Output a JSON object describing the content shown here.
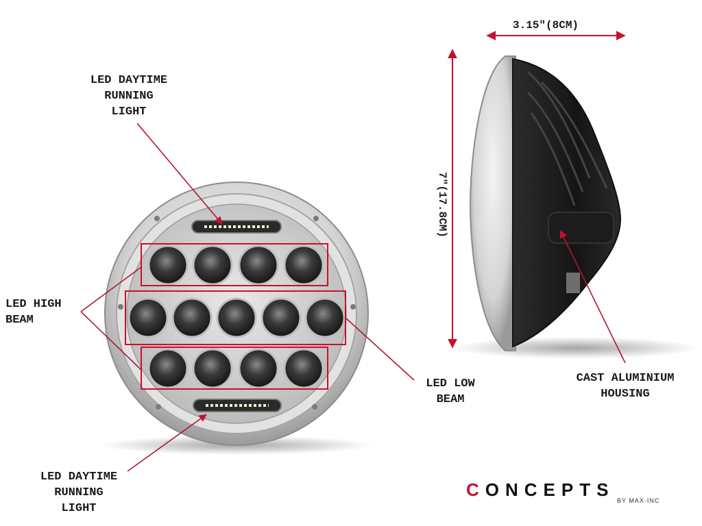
{
  "labels": {
    "drl_top": "LED DAYTIME\nRUNNING\nLIGHT",
    "high_beam": "LED HIGH\nBEAM",
    "low_beam": "LED LOW\nBEAM",
    "drl_bottom": "LED DAYTIME\nRUNNING\nLIGHT",
    "housing": "CAST ALUMINIUM\nHOUSING"
  },
  "dimensions": {
    "depth": "3.15\"(8CM)",
    "diameter": "7\"(17.8CM)"
  },
  "logo": {
    "brand_first": "C",
    "brand_rest": "ONCEPTS",
    "byline": "BY MAX-INC"
  },
  "colors": {
    "accent_red": "#c8102e",
    "arrow_red": "#b0162f",
    "chrome": "#c9c9c9"
  }
}
